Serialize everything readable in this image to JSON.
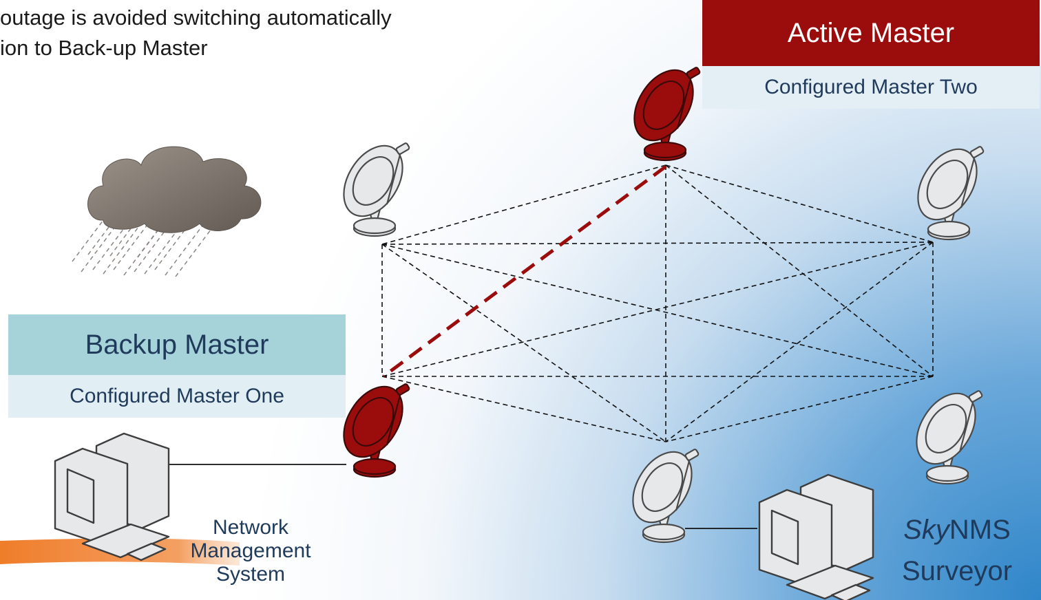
{
  "intro": {
    "line1": "outage is avoided switching automatically",
    "line2": "ion to Back-up Master"
  },
  "active_master": {
    "title": "Active Master",
    "subtitle": "Configured Master Two"
  },
  "backup_master": {
    "title": "Backup Master",
    "subtitle": "Configured Master One"
  },
  "nms": {
    "line1": "Network",
    "line2": "Management",
    "line3": "System"
  },
  "skynms": {
    "italic": "Sky",
    "rest": "NMS",
    "line2": "Surveyor"
  },
  "colors": {
    "master_red": "#9b0d0d",
    "dish_grey": "#e6e8ea",
    "dish_outline": "#4a4a4a",
    "active_link": "#9b0d0d",
    "mesh_link": "#111111",
    "bg_blue": "#3f93d1",
    "orange_swoosh": "#f08a3c",
    "cloud": "#7f766e"
  },
  "icons": [
    "satellite-dish-icon",
    "computer-icon",
    "rain-cloud-icon"
  ]
}
